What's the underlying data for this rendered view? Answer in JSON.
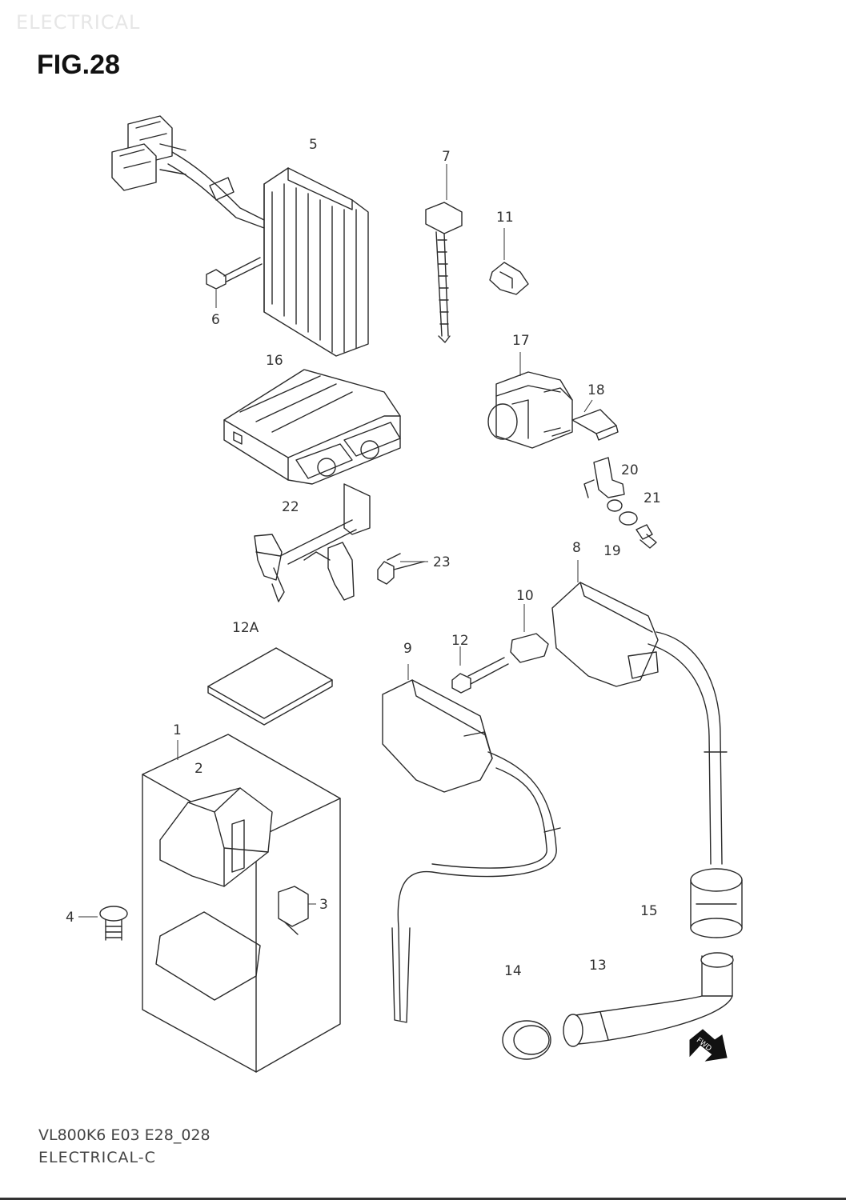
{
  "header": {
    "section": "ELECTRICAL",
    "figure": "FIG.28"
  },
  "labels": {
    "p1": "1",
    "p2": "2",
    "p3": "3",
    "p4": "4",
    "p5": "5",
    "p6": "6",
    "p7": "7",
    "p8": "8",
    "p9": "9",
    "p10": "10",
    "p11": "11",
    "p12": "12",
    "p12a": "12A",
    "p13": "13",
    "p14": "14",
    "p15": "15",
    "p16": "16",
    "p17": "17",
    "p18": "18",
    "p19": "19",
    "p20": "20",
    "p21": "21",
    "p22": "22",
    "p23": "23"
  },
  "badge": {
    "fwd": "FWD"
  },
  "footer": {
    "code": "VL800K6 E03 E28_028",
    "subtitle": "ELECTRICAL-C"
  }
}
